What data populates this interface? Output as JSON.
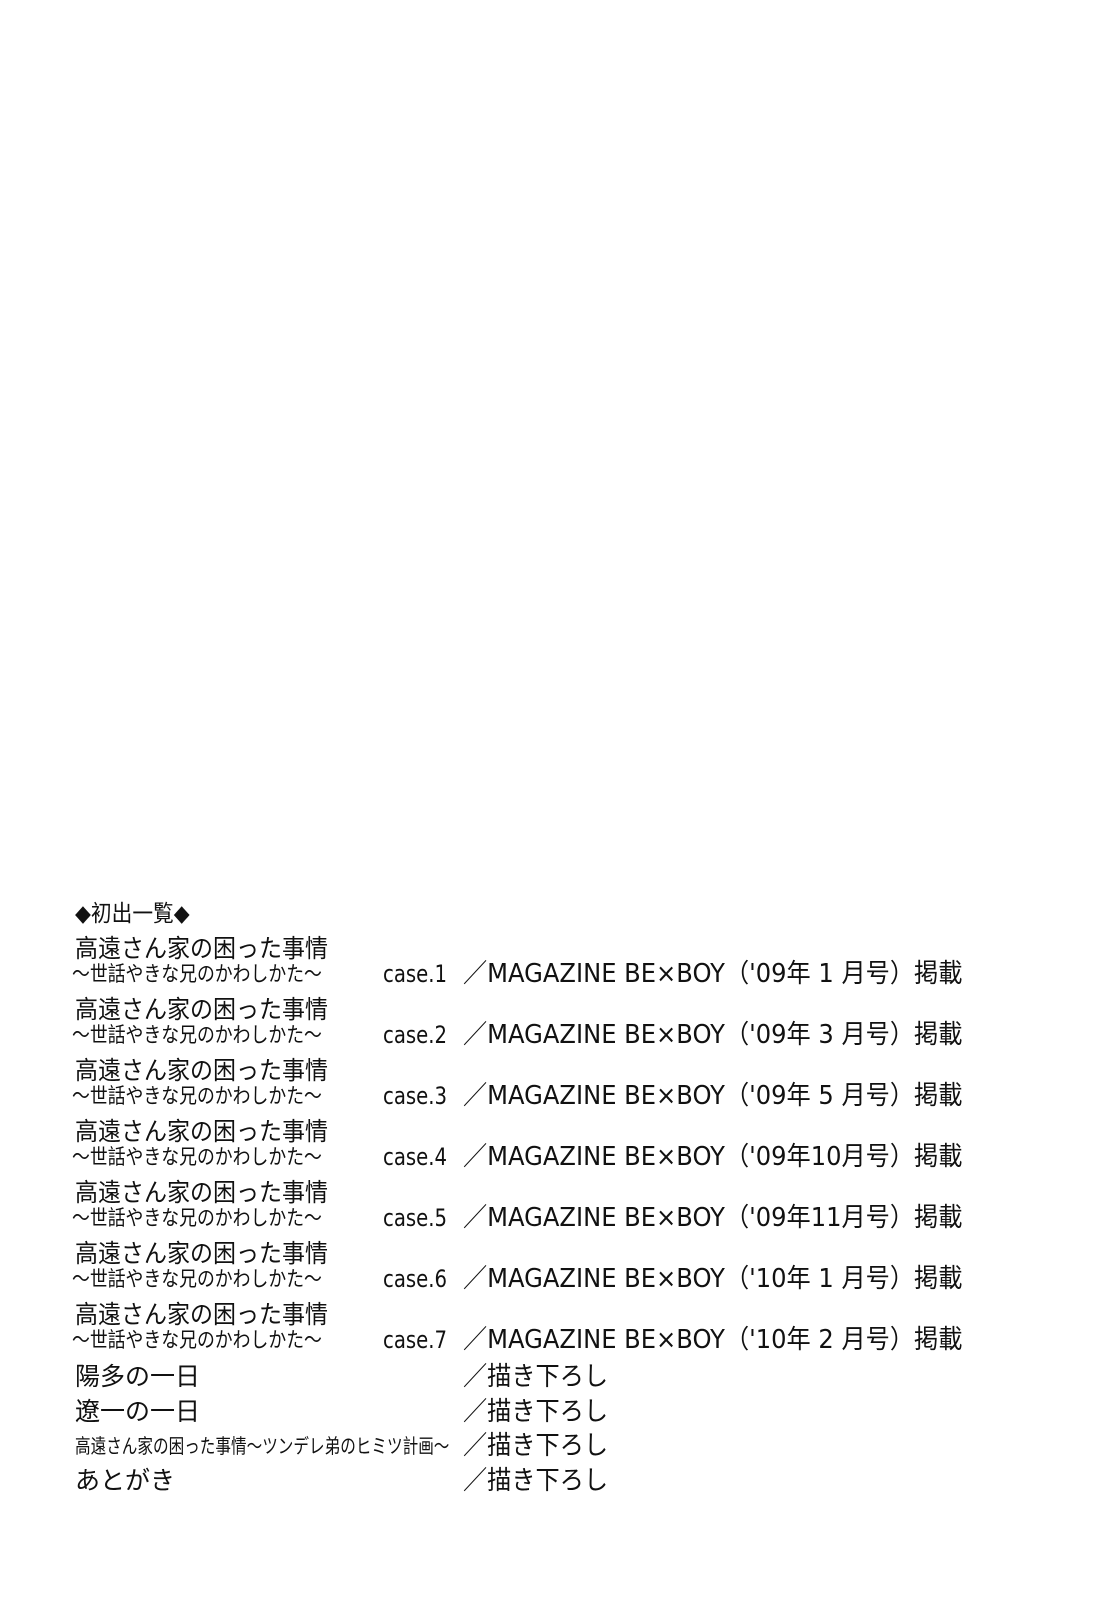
{
  "heading": "◆初出一覧◆",
  "entries": [
    {
      "title": "高遠さん家の困った事情",
      "subtitle": "〜世話やきな兄のかわしかた〜",
      "case": "case.1",
      "source": "／MAGAZINE BE×BOY（'09年 1 月号）掲載"
    },
    {
      "title": "高遠さん家の困った事情",
      "subtitle": "〜世話やきな兄のかわしかた〜",
      "case": "case.2",
      "source": "／MAGAZINE BE×BOY（'09年 3 月号）掲載"
    },
    {
      "title": "高遠さん家の困った事情",
      "subtitle": "〜世話やきな兄のかわしかた〜",
      "case": "case.3",
      "source": "／MAGAZINE BE×BOY（'09年 5 月号）掲載"
    },
    {
      "title": "高遠さん家の困った事情",
      "subtitle": "〜世話やきな兄のかわしかた〜",
      "case": "case.4",
      "source": "／MAGAZINE BE×BOY（'09年10月号）掲載"
    },
    {
      "title": "高遠さん家の困った事情",
      "subtitle": "〜世話やきな兄のかわしかた〜",
      "case": "case.5",
      "source": "／MAGAZINE BE×BOY（'09年11月号）掲載"
    },
    {
      "title": "高遠さん家の困った事情",
      "subtitle": "〜世話やきな兄のかわしかた〜",
      "case": "case.6",
      "source": "／MAGAZINE BE×BOY（'10年 1 月号）掲載"
    },
    {
      "title": "高遠さん家の困った事情",
      "subtitle": "〜世話やきな兄のかわしかた〜",
      "case": "case.7",
      "source": "／MAGAZINE BE×BOY（'10年 2 月号）掲載"
    }
  ],
  "extras": [
    {
      "title": "陽多の一日",
      "source": "／描き下ろし"
    },
    {
      "title": "遼一の一日",
      "source": "／描き下ろし"
    },
    {
      "title": "高遠さん家の困った事情〜ツンデレ弟のヒミツ計画〜",
      "source": "／描き下ろし"
    },
    {
      "title": "あとがき",
      "source": "／描き下ろし"
    }
  ]
}
